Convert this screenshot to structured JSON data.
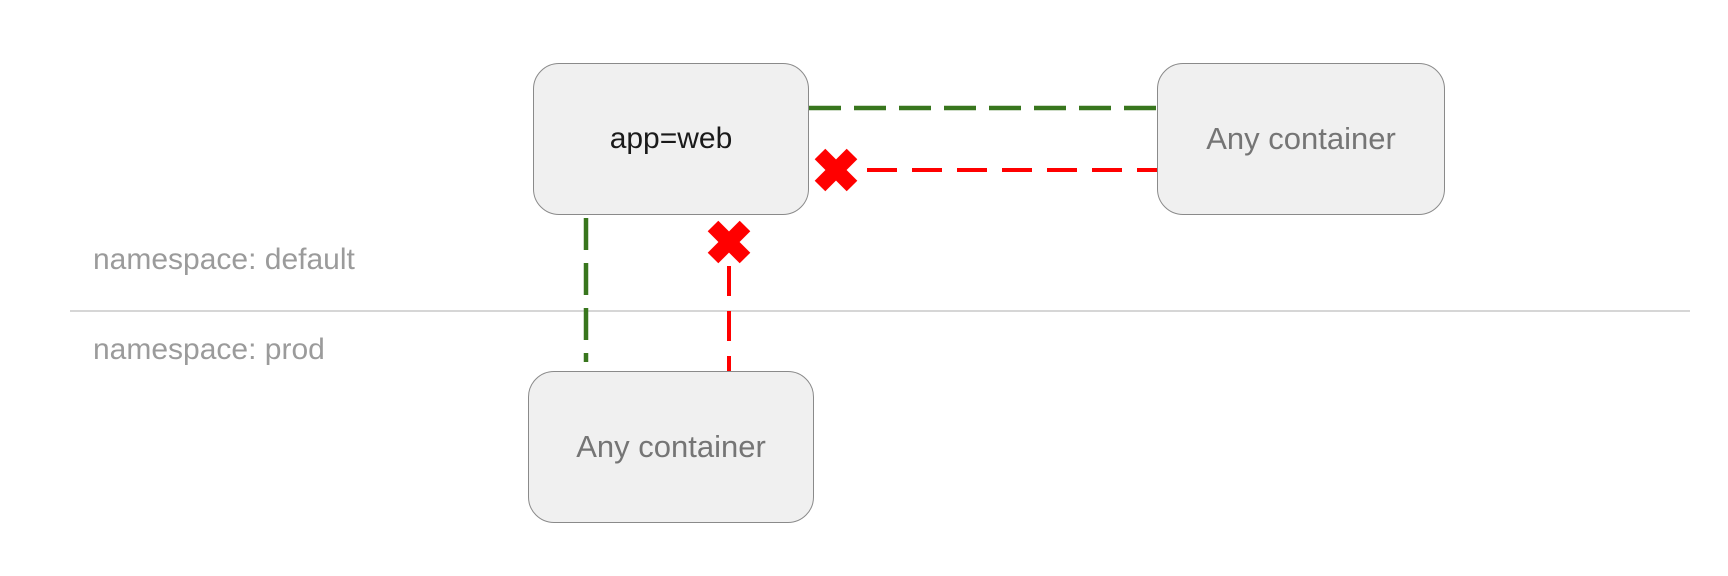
{
  "colors": {
    "allowed_line": "#38761d",
    "blocked_line": "#ff0000",
    "blocked_marker": "#ff0000",
    "node_fill": "#f0f0f0",
    "node_border": "#8a8a8a",
    "node_label_dark": "#1a1a1a",
    "node_label_gray": "#757575",
    "namespace_label": "#9b9b9b",
    "divider": "#d6d6d6"
  },
  "namespaces": {
    "default": {
      "label": "namespace: default"
    },
    "prod": {
      "label": "namespace: prod"
    }
  },
  "nodes": {
    "app_web": {
      "label": "app=web",
      "namespace": "default"
    },
    "any_container_default": {
      "label": "Any container",
      "namespace": "default"
    },
    "any_container_prod": {
      "label": "Any container",
      "namespace": "prod"
    }
  },
  "edges": [
    {
      "nodes": [
        "app=web",
        "Any container (namespace: default)"
      ],
      "line": "green-dashed",
      "marker": "none"
    },
    {
      "nodes": [
        "app=web",
        "Any container (namespace: default)"
      ],
      "line": "red-dashed",
      "marker": "red-x"
    },
    {
      "nodes": [
        "app=web",
        "Any container (namespace: prod)"
      ],
      "line": "green-dashed",
      "marker": "none"
    },
    {
      "nodes": [
        "app=web",
        "Any container (namespace: prod)"
      ],
      "line": "red-dashed",
      "marker": "red-x"
    }
  ]
}
